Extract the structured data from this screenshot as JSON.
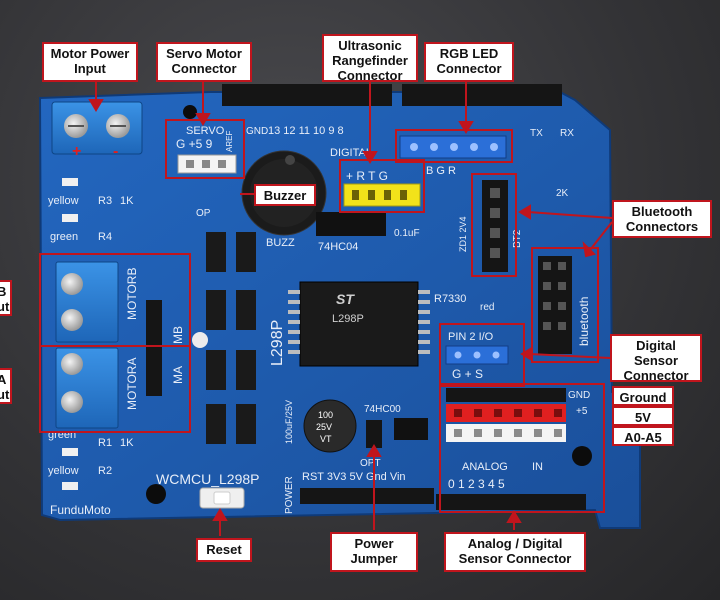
{
  "callouts": {
    "motor_power_input": "Motor Power\nInput",
    "servo_connector": "Servo Motor\nConnector",
    "ultrasonic_connector": "Ultrasonic\nRangefinder\nConnector",
    "rgb_led_connector": "RGB LED\nConnector",
    "buzzer": "Buzzer",
    "bluetooth_connectors": "Bluetooth\nConnectors",
    "motor_b_input": "B\nut",
    "motor_a_input": "A\nut",
    "digital_sensor_connector": "Digital\nSensor\nConnector",
    "ground": "Ground",
    "five_v": "5V",
    "analog_pins": "A0-A5",
    "reset": "Reset",
    "power_jumper": "Power\nJumper",
    "analog_digital_sensor_connector": "Analog / Digital\nSensor Connector"
  },
  "board": {
    "servo_header": "SERVO",
    "servo_pins": "G +5 9",
    "aref": "AREF",
    "gnd": "GND",
    "digital_pin_numbers": "13 12 11 10  9  8",
    "digital_label": "DIGITAL",
    "ultrasonic_pins": "+ R T G",
    "rgb_pins": "B G R",
    "tx": "TX",
    "rx": "RX",
    "led_yellow_top": "yellow",
    "led_green_top": "green",
    "r3": "R3",
    "r4": "R4",
    "one_k": "1K",
    "two_k": "2K",
    "op": "OP",
    "buzz": "BUZZ",
    "ic_74hc04": "74HC04",
    "cap_01uf": "0.1uF",
    "zd1": "ZD1 2V4",
    "bt2": "BT2",
    "r7330": "R7330",
    "red_led": "red",
    "bluetooth": "bluetooth",
    "motor_b": "MOTORB",
    "motor_a": "MOTORA",
    "mb": "MB",
    "ma": "MA",
    "l298p": "L298P",
    "l298p_chip": "L298P",
    "st_logo": "ST",
    "pin_label": "PIN 2 I/O",
    "digital_sensor_pins": "G + S",
    "cap_value": "100\n25V\nVT",
    "cap_side": "100uF/25V",
    "ic_74hc00": "74HC00",
    "opt": "OPT",
    "led_green_bottom": "green",
    "led_yellow_bottom": "yellow",
    "r1": "R1",
    "r2": "R2",
    "board_name": "WCMCU_L298P",
    "brand": "FunduMoto",
    "power": "POWER",
    "power_pins": "RST 3V3 5V Gnd Vin",
    "analog": "ANALOG",
    "in": "IN",
    "analog_numbers": "0 1 2 3 4 5",
    "gnd_pin": "GND",
    "plus5": "+5"
  },
  "colors": {
    "pcb": "#1f5fb4",
    "callout_border": "#c0151d",
    "terminal_blue": "#2a7fd4",
    "header_black": "#151515",
    "pin_red": "#e02020",
    "pin_yellow": "#f2e21a"
  }
}
